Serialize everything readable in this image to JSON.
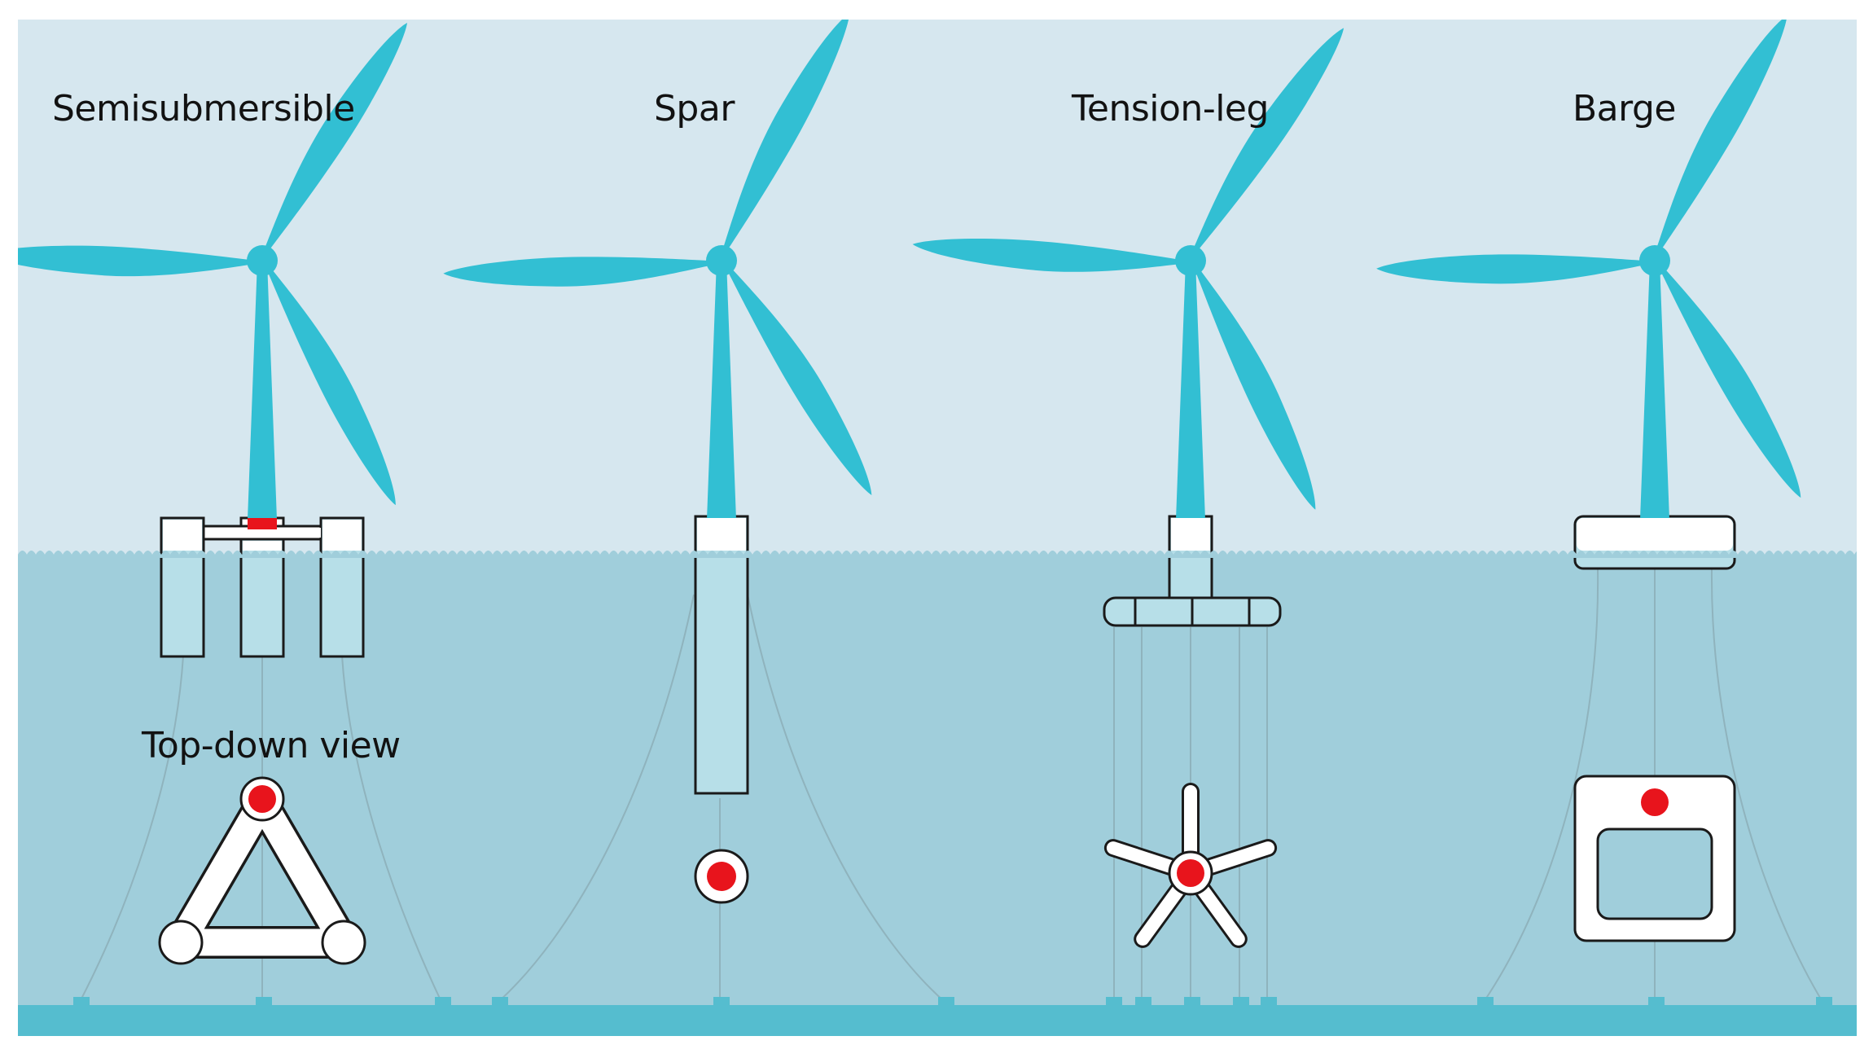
{
  "platforms": [
    {
      "id": "semisubmersible",
      "label": "Semisubmersible"
    },
    {
      "id": "spar",
      "label": "Spar"
    },
    {
      "id": "tension-leg",
      "label": "Tension-leg"
    },
    {
      "id": "barge",
      "label": "Barge"
    }
  ],
  "top_down_label": "Top-down view",
  "icons": {
    "turbine": "wind-turbine-icon",
    "top_view": "top-down-view-icon"
  },
  "colors": {
    "sky": "#d6e7ef",
    "sea": "#a0cedb",
    "seabed": "#55bdcf",
    "turbine": "#32bfd3",
    "accent": "#e8141c",
    "float_fill": "#b7dfe8",
    "outline": "#1a1a1a",
    "mooring": "#8fb3bd"
  }
}
